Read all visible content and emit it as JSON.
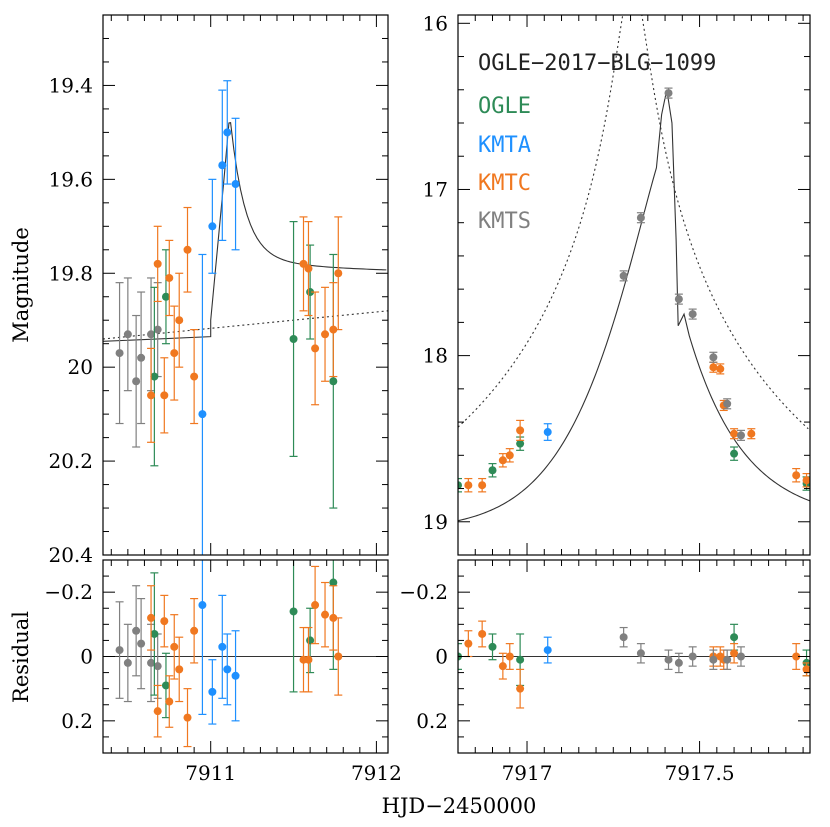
{
  "figure": {
    "xlabel": "HJD−2450000",
    "ylabel_top": "Magnitude",
    "ylabel_bottom": "Residual"
  },
  "legend": {
    "title": "OGLE−2017−BLG−1099",
    "entries": [
      {
        "name": "OGLE",
        "color": "#2e8b57"
      },
      {
        "name": "KMTA",
        "color": "#1e90ff"
      },
      {
        "name": "KMTC",
        "color": "#f07820"
      },
      {
        "name": "KMTS",
        "color": "#808080"
      }
    ]
  },
  "chart_data": [
    {
      "id": "left-light-curve",
      "type": "scatter",
      "xlim": [
        7910.35,
        7912.07
      ],
      "ylim": [
        20.4,
        19.25
      ],
      "xticks": [
        {
          "v": 7911,
          "label": "7911"
        },
        {
          "v": 7912,
          "label": "7912"
        }
      ],
      "yticks": [
        {
          "v": 19.4,
          "label": "19.4"
        },
        {
          "v": 19.6,
          "label": "19.6"
        },
        {
          "v": 19.8,
          "label": "19.8"
        },
        {
          "v": 20.0,
          "label": "20"
        },
        {
          "v": 20.2,
          "label": "20.2"
        },
        {
          "v": 20.4,
          "label": "20.4"
        }
      ],
      "series": [
        {
          "name": "KMTS",
          "color": "#808080",
          "points": [
            {
              "x": 7910.45,
              "y": 19.97,
              "err": 0.15
            },
            {
              "x": 7910.5,
              "y": 19.93,
              "err": 0.12
            },
            {
              "x": 7910.55,
              "y": 20.03,
              "err": 0.14
            },
            {
              "x": 7910.58,
              "y": 19.98,
              "err": 0.14
            },
            {
              "x": 7910.64,
              "y": 19.93,
              "err": 0.12
            },
            {
              "x": 7910.68,
              "y": 19.92,
              "err": 0.1
            }
          ]
        },
        {
          "name": "OGLE",
          "color": "#2e8b57",
          "points": [
            {
              "x": 7910.66,
              "y": 20.02,
              "err": 0.19
            },
            {
              "x": 7910.73,
              "y": 19.85,
              "err": 0.1
            },
            {
              "x": 7911.5,
              "y": 19.94,
              "err": 0.25
            },
            {
              "x": 7911.6,
              "y": 19.84,
              "err": 0.1
            },
            {
              "x": 7911.74,
              "y": 20.03,
              "err": 0.27
            }
          ]
        },
        {
          "name": "KMTC",
          "color": "#f07820",
          "points": [
            {
              "x": 7910.64,
              "y": 20.06,
              "err": 0.1
            },
            {
              "x": 7910.68,
              "y": 19.78,
              "err": 0.08
            },
            {
              "x": 7910.72,
              "y": 20.06,
              "err": 0.08
            },
            {
              "x": 7910.75,
              "y": 19.81,
              "err": 0.08
            },
            {
              "x": 7910.78,
              "y": 19.97,
              "err": 0.1
            },
            {
              "x": 7910.81,
              "y": 19.9,
              "err": 0.1
            },
            {
              "x": 7910.86,
              "y": 19.75,
              "err": 0.09
            },
            {
              "x": 7910.9,
              "y": 20.02,
              "err": 0.1
            },
            {
              "x": 7911.56,
              "y": 19.78,
              "err": 0.1
            },
            {
              "x": 7911.59,
              "y": 19.79,
              "err": 0.1
            },
            {
              "x": 7911.63,
              "y": 19.96,
              "err": 0.12
            },
            {
              "x": 7911.69,
              "y": 19.93,
              "err": 0.1
            },
            {
              "x": 7911.74,
              "y": 19.92,
              "err": 0.1
            },
            {
              "x": 7911.77,
              "y": 19.8,
              "err": 0.12
            }
          ]
        },
        {
          "name": "KMTA",
          "color": "#1e90ff",
          "points": [
            {
              "x": 7910.95,
              "y": 20.1,
              "err": 0.34
            },
            {
              "x": 7911.01,
              "y": 19.7,
              "err": 0.1
            },
            {
              "x": 7911.07,
              "y": 19.57,
              "err": 0.16
            },
            {
              "x": 7911.1,
              "y": 19.5,
              "err": 0.11
            },
            {
              "x": 7911.15,
              "y": 19.61,
              "err": 0.14
            }
          ]
        }
      ]
    },
    {
      "id": "right-light-curve",
      "type": "scatter",
      "xlim": [
        7916.8,
        7917.82
      ],
      "ylim": [
        19.2,
        15.95
      ],
      "xticks": [
        {
          "v": 7917,
          "label": "7917"
        },
        {
          "v": 7917.5,
          "label": "7917.5"
        }
      ],
      "yticks": [
        {
          "v": 16,
          "label": "16"
        },
        {
          "v": 17,
          "label": "17"
        },
        {
          "v": 18,
          "label": "18"
        },
        {
          "v": 19,
          "label": "19"
        }
      ],
      "series": [
        {
          "name": "OGLE",
          "color": "#2e8b57",
          "points": [
            {
              "x": 7916.8,
              "y": 18.78,
              "err": 0.04
            },
            {
              "x": 7916.9,
              "y": 18.69,
              "err": 0.04
            },
            {
              "x": 7916.98,
              "y": 18.53,
              "err": 0.04
            },
            {
              "x": 7917.6,
              "y": 18.59,
              "err": 0.04
            },
            {
              "x": 7917.81,
              "y": 18.77,
              "err": 0.04
            }
          ]
        },
        {
          "name": "KMTC",
          "color": "#f07820",
          "points": [
            {
              "x": 7916.83,
              "y": 18.78,
              "err": 0.04
            },
            {
              "x": 7916.87,
              "y": 18.78,
              "err": 0.04
            },
            {
              "x": 7916.93,
              "y": 18.63,
              "err": 0.04
            },
            {
              "x": 7916.95,
              "y": 18.6,
              "err": 0.04
            },
            {
              "x": 7916.98,
              "y": 18.45,
              "err": 0.06
            },
            {
              "x": 7917.54,
              "y": 18.07,
              "err": 0.03
            },
            {
              "x": 7917.56,
              "y": 18.08,
              "err": 0.03
            },
            {
              "x": 7917.57,
              "y": 18.3,
              "err": 0.03
            },
            {
              "x": 7917.6,
              "y": 18.47,
              "err": 0.03
            },
            {
              "x": 7917.65,
              "y": 18.47,
              "err": 0.03
            },
            {
              "x": 7917.78,
              "y": 18.72,
              "err": 0.04
            },
            {
              "x": 7917.81,
              "y": 18.75,
              "err": 0.04
            }
          ]
        },
        {
          "name": "KMTA",
          "color": "#1e90ff",
          "points": [
            {
              "x": 7917.06,
              "y": 18.46,
              "err": 0.05
            }
          ]
        },
        {
          "name": "KMTS",
          "color": "#808080",
          "points": [
            {
              "x": 7917.28,
              "y": 17.52,
              "err": 0.03
            },
            {
              "x": 7917.33,
              "y": 17.17,
              "err": 0.03
            },
            {
              "x": 7917.41,
              "y": 16.42,
              "err": 0.03
            },
            {
              "x": 7917.44,
              "y": 17.66,
              "err": 0.03
            },
            {
              "x": 7917.48,
              "y": 17.75,
              "err": 0.03
            },
            {
              "x": 7917.54,
              "y": 18.01,
              "err": 0.03
            },
            {
              "x": 7917.58,
              "y": 18.29,
              "err": 0.03
            },
            {
              "x": 7917.62,
              "y": 18.48,
              "err": 0.03
            }
          ]
        }
      ]
    },
    {
      "id": "left-residuals",
      "type": "scatter",
      "xlim": [
        7910.35,
        7912.07
      ],
      "ylim": [
        0.3,
        -0.3
      ],
      "xticks": [
        {
          "v": 7911,
          "label": "7911"
        },
        {
          "v": 7912,
          "label": "7912"
        }
      ],
      "yticks": [
        {
          "v": 0.2,
          "label": "0.2"
        },
        {
          "v": 0,
          "label": "0"
        },
        {
          "v": -0.2,
          "label": "−0.2"
        }
      ],
      "series": [
        {
          "name": "KMTS",
          "color": "#808080",
          "points": [
            {
              "x": 7910.45,
              "y": -0.02,
              "err": 0.15
            },
            {
              "x": 7910.5,
              "y": 0.02,
              "err": 0.12
            },
            {
              "x": 7910.55,
              "y": -0.08,
              "err": 0.14
            },
            {
              "x": 7910.58,
              "y": -0.04,
              "err": 0.14
            },
            {
              "x": 7910.64,
              "y": 0.02,
              "err": 0.12
            },
            {
              "x": 7910.68,
              "y": 0.03,
              "err": 0.1
            }
          ]
        },
        {
          "name": "OGLE",
          "color": "#2e8b57",
          "points": [
            {
              "x": 7910.66,
              "y": -0.07,
              "err": 0.19
            },
            {
              "x": 7910.73,
              "y": 0.09,
              "err": 0.1
            },
            {
              "x": 7911.5,
              "y": -0.14,
              "err": 0.25
            },
            {
              "x": 7911.6,
              "y": -0.05,
              "err": 0.1
            },
            {
              "x": 7911.74,
              "y": -0.23,
              "err": 0.27
            }
          ]
        },
        {
          "name": "KMTC",
          "color": "#f07820",
          "points": [
            {
              "x": 7910.64,
              "y": -0.12,
              "err": 0.1
            },
            {
              "x": 7910.68,
              "y": 0.17,
              "err": 0.08
            },
            {
              "x": 7910.72,
              "y": -0.11,
              "err": 0.08
            },
            {
              "x": 7910.75,
              "y": 0.14,
              "err": 0.08
            },
            {
              "x": 7910.78,
              "y": -0.03,
              "err": 0.1
            },
            {
              "x": 7910.81,
              "y": 0.04,
              "err": 0.1
            },
            {
              "x": 7910.86,
              "y": 0.19,
              "err": 0.09
            },
            {
              "x": 7910.9,
              "y": -0.08,
              "err": 0.1
            },
            {
              "x": 7911.56,
              "y": 0.01,
              "err": 0.1
            },
            {
              "x": 7911.59,
              "y": 0.01,
              "err": 0.1
            },
            {
              "x": 7911.63,
              "y": -0.16,
              "err": 0.12
            },
            {
              "x": 7911.69,
              "y": -0.13,
              "err": 0.1
            },
            {
              "x": 7911.74,
              "y": -0.12,
              "err": 0.1
            },
            {
              "x": 7911.77,
              "y": 0.0,
              "err": 0.12
            }
          ]
        },
        {
          "name": "KMTA",
          "color": "#1e90ff",
          "points": [
            {
              "x": 7910.95,
              "y": -0.16,
              "err": 0.34
            },
            {
              "x": 7911.01,
              "y": 0.11,
              "err": 0.1
            },
            {
              "x": 7911.07,
              "y": -0.03,
              "err": 0.16
            },
            {
              "x": 7911.1,
              "y": 0.04,
              "err": 0.11
            },
            {
              "x": 7911.15,
              "y": 0.06,
              "err": 0.14
            }
          ]
        }
      ]
    },
    {
      "id": "right-residuals",
      "type": "scatter",
      "xlim": [
        7916.8,
        7917.82
      ],
      "ylim": [
        0.3,
        -0.3
      ],
      "xticks": [
        {
          "v": 7917,
          "label": "7917"
        },
        {
          "v": 7917.5,
          "label": "7917.5"
        }
      ],
      "yticks": [
        {
          "v": 0.2,
          "label": "0.2"
        },
        {
          "v": 0,
          "label": "0"
        },
        {
          "v": -0.2,
          "label": "−0.2"
        }
      ],
      "series": [
        {
          "name": "OGLE",
          "color": "#2e8b57",
          "points": [
            {
              "x": 7916.8,
              "y": 0.0,
              "err": 0.04
            },
            {
              "x": 7916.9,
              "y": -0.03,
              "err": 0.04
            },
            {
              "x": 7916.98,
              "y": 0.01,
              "err": 0.08
            },
            {
              "x": 7917.6,
              "y": -0.06,
              "err": 0.04
            },
            {
              "x": 7917.81,
              "y": 0.02,
              "err": 0.04
            }
          ]
        },
        {
          "name": "KMTC",
          "color": "#f07820",
          "points": [
            {
              "x": 7916.83,
              "y": -0.04,
              "err": 0.04
            },
            {
              "x": 7916.87,
              "y": -0.07,
              "err": 0.04
            },
            {
              "x": 7916.93,
              "y": 0.03,
              "err": 0.04
            },
            {
              "x": 7916.95,
              "y": 0.0,
              "err": 0.04
            },
            {
              "x": 7916.98,
              "y": 0.1,
              "err": 0.06
            },
            {
              "x": 7917.54,
              "y": 0.0,
              "err": 0.03
            },
            {
              "x": 7917.56,
              "y": 0.0,
              "err": 0.03
            },
            {
              "x": 7917.57,
              "y": 0.01,
              "err": 0.03
            },
            {
              "x": 7917.6,
              "y": -0.01,
              "err": 0.03
            },
            {
              "x": 7917.78,
              "y": 0.0,
              "err": 0.04
            },
            {
              "x": 7917.81,
              "y": 0.04,
              "err": 0.02
            }
          ]
        },
        {
          "name": "KMTA",
          "color": "#1e90ff",
          "points": [
            {
              "x": 7917.06,
              "y": -0.02,
              "err": 0.04
            }
          ]
        },
        {
          "name": "KMTS",
          "color": "#808080",
          "points": [
            {
              "x": 7917.28,
              "y": -0.06,
              "err": 0.03
            },
            {
              "x": 7917.33,
              "y": -0.01,
              "err": 0.03
            },
            {
              "x": 7917.41,
              "y": 0.01,
              "err": 0.03
            },
            {
              "x": 7917.44,
              "y": 0.02,
              "err": 0.03
            },
            {
              "x": 7917.48,
              "y": 0.0,
              "err": 0.03
            },
            {
              "x": 7917.54,
              "y": 0.01,
              "err": 0.03
            },
            {
              "x": 7917.58,
              "y": 0.01,
              "err": 0.03
            },
            {
              "x": 7917.62,
              "y": 0.0,
              "err": 0.03
            }
          ]
        }
      ]
    }
  ]
}
